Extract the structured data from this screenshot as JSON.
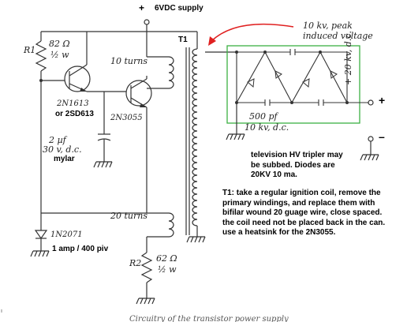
{
  "supply": {
    "sign": "+",
    "label": "6VDC supply"
  },
  "transformer": {
    "label": "T1",
    "primary_top": "10 turns",
    "primary_bottom": "20 turns"
  },
  "components": {
    "r1": {
      "ref": "R1",
      "value": "82 Ω",
      "power": "½ w"
    },
    "q1": {
      "part": "2N1613",
      "alt": "or 2SD613"
    },
    "q2": {
      "part": "2N3055"
    },
    "cap": {
      "value": "2 µf",
      "voltage": "30 v, d.c.",
      "type": "mylar"
    },
    "diode": {
      "part": "1N2071",
      "rating": "1 amp / 400 piv"
    },
    "r2": {
      "ref": "R2",
      "value": "62 Ω",
      "power": "½ w"
    }
  },
  "tripler": {
    "peak_label": "10 kv, peak",
    "peak_label_2": "induced voltage",
    "cap_label": "500 pf",
    "dc_label": "10 kv, d.c.",
    "out_label": "+ 20 kv, d.c.",
    "out_plus": "+",
    "out_minus": "–"
  },
  "notes": {
    "tripler": [
      "television HV tripler may",
      "be subbed. Diodes are",
      "20KV 10 ma."
    ],
    "t1": [
      "T1: take a regular ignition coil, remove the",
      "primary windings, and replace them with",
      "bifilar wound 20 guage wire, close  spaced.",
      "the coil need not be placed back in the can.",
      "use a heatsink for the 2N3055."
    ]
  },
  "caption": "Circuitry of the transistor power supply",
  "colors": {
    "ink": "#333333",
    "box": "#3cb043",
    "arrow": "#e02020"
  }
}
